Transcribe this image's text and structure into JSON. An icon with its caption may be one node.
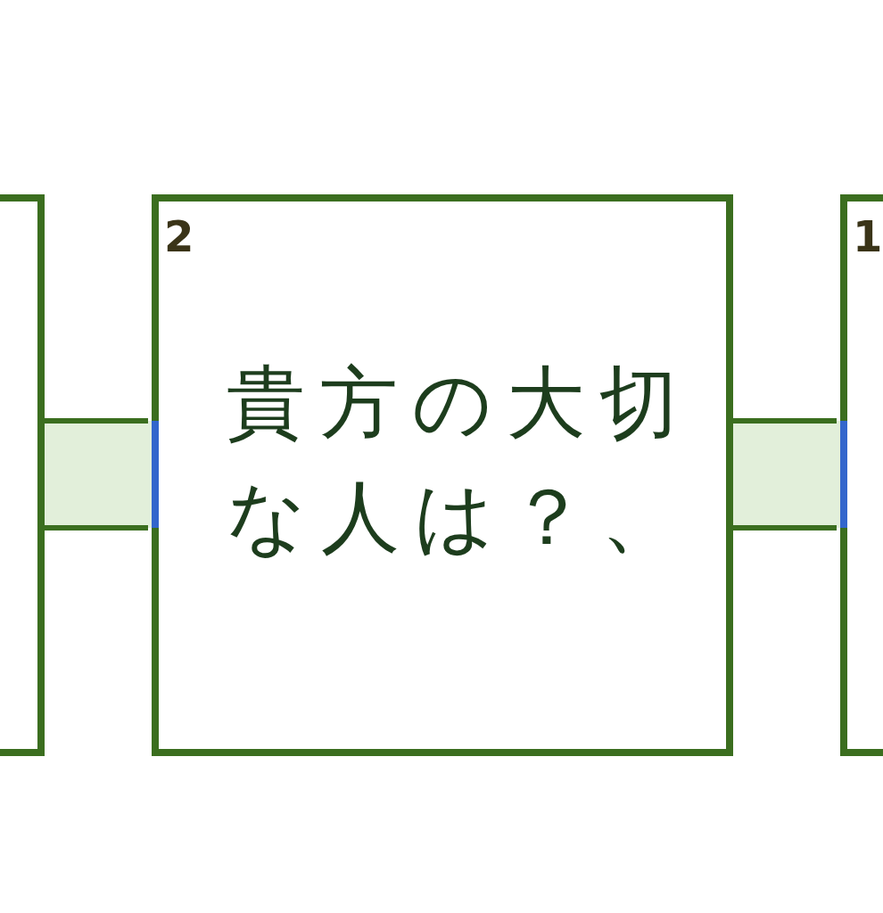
{
  "diagram": {
    "nodes": [
      {
        "text": [],
        "shape": "box"
      },
      {
        "text": [
          "2",
          "貴方の大切な人は？、"
        ]
      },
      {
        "text": [
          "1"
        ]
      }
    ],
    "edges": [
      {
        "from": 0,
        "to": 1,
        "arrow": "other"
      },
      {
        "from": 1,
        "to": 2,
        "arrow": "other"
      }
    ]
  }
}
